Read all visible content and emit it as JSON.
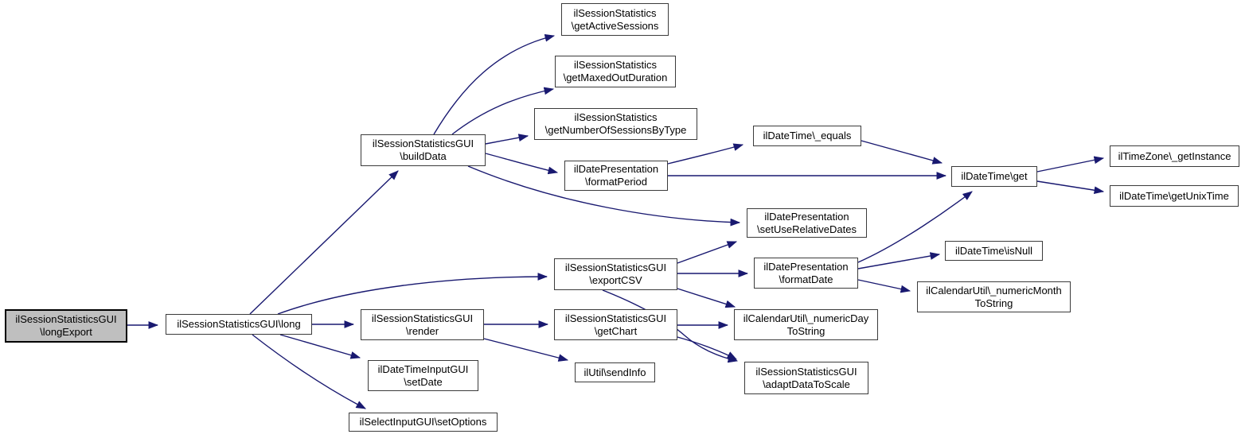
{
  "diagram": {
    "type": "call-graph",
    "edge_color": "#191970",
    "node_border_color": "#3b3b3b",
    "highlight_fill": "#bfbfbf",
    "highlight_node": "longExport"
  },
  "nodes": {
    "longExport": {
      "line1": "ilSessionStatisticsGUI",
      "line2": "\\longExport"
    },
    "long": {
      "line1": "ilSessionStatisticsGUI\\long"
    },
    "buildData": {
      "line1": "ilSessionStatisticsGUI",
      "line2": "\\buildData"
    },
    "getActiveSessions": {
      "line1": "ilSessionStatistics",
      "line2": "\\getActiveSessions"
    },
    "getMaxedOutDuration": {
      "line1": "ilSessionStatistics",
      "line2": "\\getMaxedOutDuration"
    },
    "getNumberOfSessionsByType": {
      "line1": "ilSessionStatistics",
      "line2": "\\getNumberOfSessionsByType"
    },
    "formatPeriod": {
      "line1": "ilDatePresentation",
      "line2": "\\formatPeriod"
    },
    "equals": {
      "line1": "ilDateTime\\_equals"
    },
    "get": {
      "line1": "ilDateTime\\get"
    },
    "getInstance": {
      "line1": "ilTimeZone\\_getInstance"
    },
    "getUnixTime": {
      "line1": "ilDateTime\\getUnixTime"
    },
    "setUseRelativeDates": {
      "line1": "ilDatePresentation",
      "line2": "\\setUseRelativeDates"
    },
    "exportCSV": {
      "line1": "ilSessionStatisticsGUI",
      "line2": "\\exportCSV"
    },
    "formatDate": {
      "line1": "ilDatePresentation",
      "line2": "\\formatDate"
    },
    "isNull": {
      "line1": "ilDateTime\\isNull"
    },
    "numericMonthToString": {
      "line1": "ilCalendarUtil\\_numericMonth",
      "line2": "ToString"
    },
    "numericDayToString": {
      "line1": "ilCalendarUtil\\_numericDay",
      "line2": "ToString"
    },
    "getChart": {
      "line1": "ilSessionStatisticsGUI",
      "line2": "\\getChart"
    },
    "render": {
      "line1": "ilSessionStatisticsGUI",
      "line2": "\\render"
    },
    "sendInfo": {
      "line1": "ilUtil\\sendInfo"
    },
    "adaptDataToScale": {
      "line1": "ilSessionStatisticsGUI",
      "line2": "\\adaptDataToScale"
    },
    "setDate": {
      "line1": "ilDateTimeInputGUI",
      "line2": "\\setDate"
    },
    "setOptions": {
      "line1": "ilSelectInputGUI\\setOptions"
    }
  },
  "edges": [
    {
      "from": "longExport",
      "to": "long"
    },
    {
      "from": "long",
      "to": "buildData"
    },
    {
      "from": "long",
      "to": "exportCSV"
    },
    {
      "from": "long",
      "to": "render"
    },
    {
      "from": "long",
      "to": "setDate"
    },
    {
      "from": "long",
      "to": "setOptions"
    },
    {
      "from": "buildData",
      "to": "getActiveSessions"
    },
    {
      "from": "buildData",
      "to": "getMaxedOutDuration"
    },
    {
      "from": "buildData",
      "to": "getNumberOfSessionsByType"
    },
    {
      "from": "buildData",
      "to": "formatPeriod"
    },
    {
      "from": "buildData",
      "to": "setUseRelativeDates"
    },
    {
      "from": "formatPeriod",
      "to": "equals"
    },
    {
      "from": "formatPeriod",
      "to": "get"
    },
    {
      "from": "equals",
      "to": "get"
    },
    {
      "from": "get",
      "to": "getInstance"
    },
    {
      "from": "get",
      "to": "getUnixTime"
    },
    {
      "from": "exportCSV",
      "to": "setUseRelativeDates"
    },
    {
      "from": "exportCSV",
      "to": "formatDate"
    },
    {
      "from": "exportCSV",
      "to": "numericDayToString"
    },
    {
      "from": "exportCSV",
      "to": "adaptDataToScale"
    },
    {
      "from": "formatDate",
      "to": "get"
    },
    {
      "from": "formatDate",
      "to": "isNull"
    },
    {
      "from": "formatDate",
      "to": "numericMonthToString"
    },
    {
      "from": "render",
      "to": "getChart"
    },
    {
      "from": "render",
      "to": "sendInfo"
    },
    {
      "from": "getChart",
      "to": "numericDayToString"
    },
    {
      "from": "getChart",
      "to": "adaptDataToScale"
    }
  ]
}
